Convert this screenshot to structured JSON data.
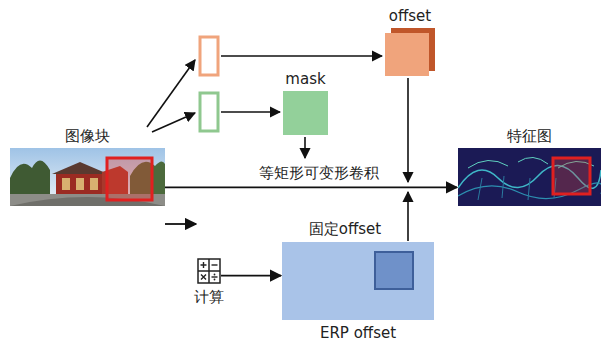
{
  "diagram": {
    "nodes": [
      {
        "text": [
          "图像块"
        ]
      },
      {
        "text": [
          "offset"
        ]
      },
      {
        "text": [
          "mask"
        ]
      },
      {
        "text": [
          "特征图"
        ]
      },
      {
        "text": [
          "计算"
        ]
      },
      {
        "text": [
          "ERP offset"
        ]
      }
    ],
    "edges": [
      {
        "from": 0,
        "to": 3,
        "label": "等矩形可变形卷积",
        "arrow": "to"
      },
      {
        "from": 0,
        "to": 4,
        "arrow": "to"
      },
      {
        "from": 4,
        "to": 5,
        "arrow": "to"
      }
    ],
    "labels": [
      "固定offset"
    ]
  }
}
